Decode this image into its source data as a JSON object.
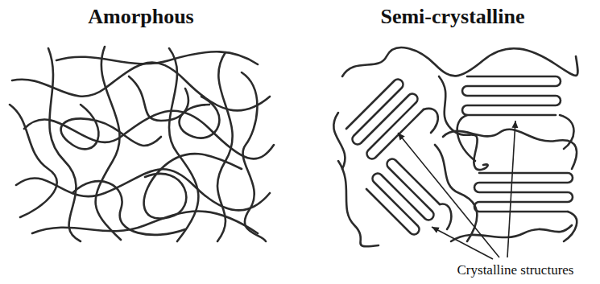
{
  "diagram": {
    "labels": [
      "Amorphous",
      "Semi-crystalline",
      "Crystalline structures"
    ]
  }
}
